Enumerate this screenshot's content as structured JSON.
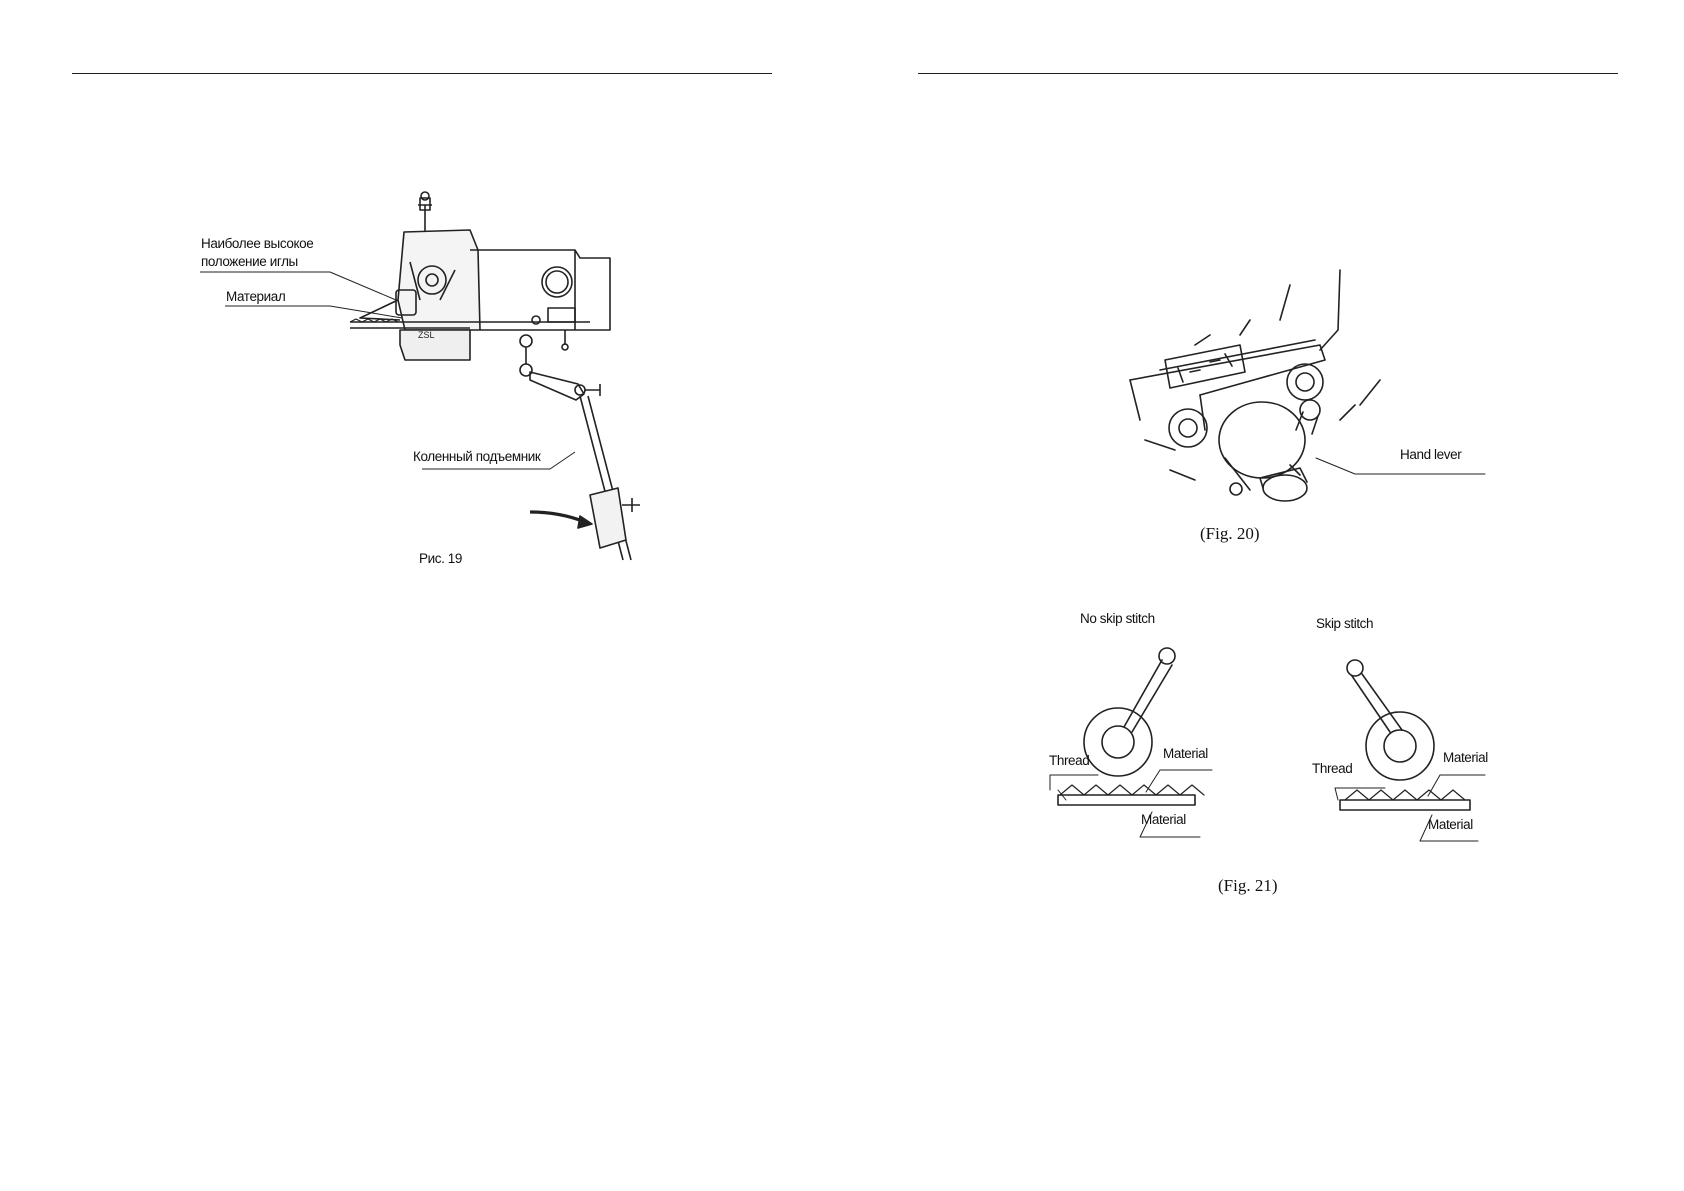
{
  "left_page": {
    "figure19": {
      "label_needle_top_line1": "Наиболее высокое",
      "label_needle_top_line2": "положение иглы",
      "label_material": "Материал",
      "label_knee_lifter": "Коленный подъемник",
      "caption": "Рис. 19"
    }
  },
  "right_page": {
    "figure20": {
      "label_hand_lever": "Hand lever",
      "caption": "(Fig. 20)"
    },
    "figure21": {
      "left": {
        "title": "No skip stitch",
        "label_thread": "Thread",
        "label_material_top": "Material",
        "label_material_bottom": "Material"
      },
      "right": {
        "title": "Skip stitch",
        "label_thread": "Thread",
        "label_material_top": "Material",
        "label_material_bottom": "Material"
      },
      "caption": "(Fig. 21)"
    }
  }
}
